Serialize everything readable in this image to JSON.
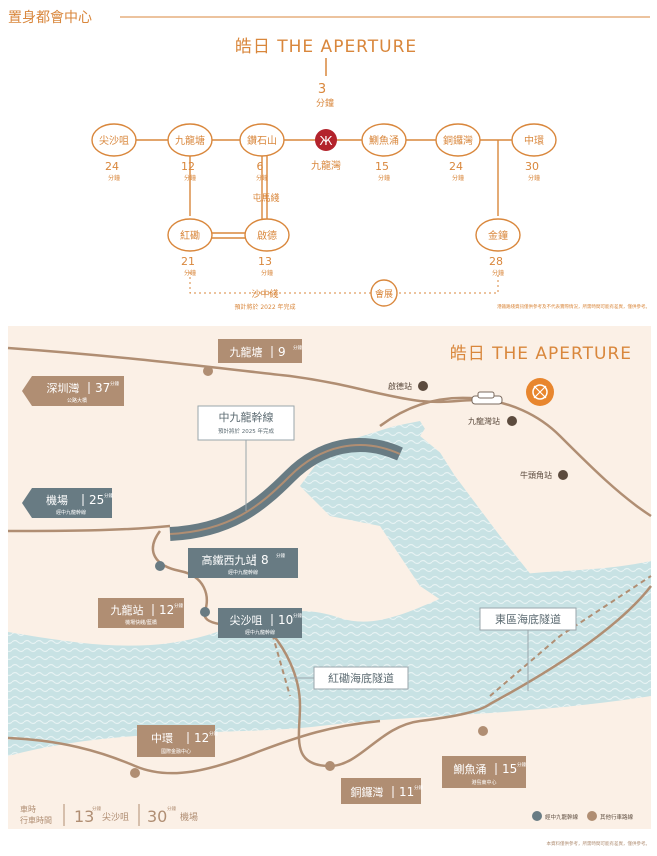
{
  "colors": {
    "accent": "#d9873c",
    "brand": "#c9824a",
    "slate": "#687b83",
    "taupe": "#b08e73",
    "sea": "#bfdde1",
    "land": "#fbf0e6"
  },
  "header": {
    "title": "置身都會中心"
  },
  "mtr": {
    "brand": "皓日 THE APERTURE",
    "center_time": "3",
    "center_unit": "分鐘",
    "center_station": "九龍灣",
    "stations": [
      {
        "name": "尖沙咀",
        "mins": "24",
        "unit": "分鐘"
      },
      {
        "name": "九龍塘",
        "mins": "12",
        "unit": "分鐘"
      },
      {
        "name": "鑽石山",
        "mins": "6",
        "unit": "分鐘"
      },
      {
        "name": "鰂魚涌",
        "mins": "15",
        "unit": "分鐘"
      },
      {
        "name": "銅鑼灣",
        "mins": "24",
        "unit": "分鐘"
      },
      {
        "name": "中環",
        "mins": "30",
        "unit": "分鐘"
      },
      {
        "name": "紅磡",
        "mins": "21",
        "unit": "分鐘"
      },
      {
        "name": "啟德",
        "mins": "13",
        "unit": "分鐘"
      },
      {
        "name": "金鐘",
        "mins": "28",
        "unit": "分鐘"
      }
    ],
    "line_tuen_ma": "屯馬綫",
    "line_shatin_central": "沙中綫",
    "line_note": "預計將於 2022 年完成",
    "admiralty_connector": "會展",
    "footnote": "港鐵路綫資訊僅供參考及不代表實際情況，所需時間可能有差異，僅供參考。"
  },
  "map": {
    "brand": "皓日 THE APERTURE",
    "stations": {
      "kai_tak": "啟德站",
      "kowloon_bay": "九龍灣站",
      "ngau_tau_kok": "牛頭角站"
    },
    "labels": {
      "kowloon_tong": {
        "name": "九龍塘",
        "mins": "9",
        "unit": "分鐘"
      },
      "shenzhen_bay": {
        "name": "深圳灣",
        "mins": "37",
        "unit": "分鐘",
        "sub": "公路大橋"
      },
      "central_kowloon": {
        "name": "中九龍幹線",
        "note": "預計將於 2025 年完成"
      },
      "airport": {
        "name": "機場",
        "mins": "25",
        "unit": "分鐘",
        "sub": "經中九龍幹線"
      },
      "hsr": {
        "name": "高鐵西九站",
        "mins": "8",
        "unit": "分鐘",
        "sub": "經中九龍幹線"
      },
      "kowloon": {
        "name": "九龍站",
        "mins": "12",
        "unit": "分鐘",
        "sub": "機場快綫/藍橋"
      },
      "tst": {
        "name": "尖沙咀",
        "mins": "10",
        "unit": "分鐘",
        "sub": "經中九龍幹線"
      },
      "eastern_tunnel": {
        "name": "東區海底隧道"
      },
      "cross_tunnel": {
        "name": "紅磡海底隧道"
      },
      "central": {
        "name": "中環",
        "mins": "12",
        "unit": "分鐘",
        "sub": "國際金融中心"
      },
      "causeway_bay": {
        "name": "銅鑼灣",
        "mins": "11",
        "unit": "分鐘"
      },
      "quarry_bay": {
        "name": "鰂魚涌",
        "mins": "15",
        "unit": "分鐘",
        "sub": "港島東中心"
      }
    },
    "summary": {
      "label_line1": "車時",
      "label_line2": "行車時間",
      "tst_mins": "13",
      "tst_label": "尖沙咀",
      "airport_mins": "30",
      "airport_label": "機場",
      "unit": "分鐘"
    },
    "legend": {
      "central_kowloon": "經中九龍幹線",
      "other": "其他行車路線"
    },
    "footnote": "本資料僅供參考，所需時間可能有差異，僅供參考。"
  }
}
